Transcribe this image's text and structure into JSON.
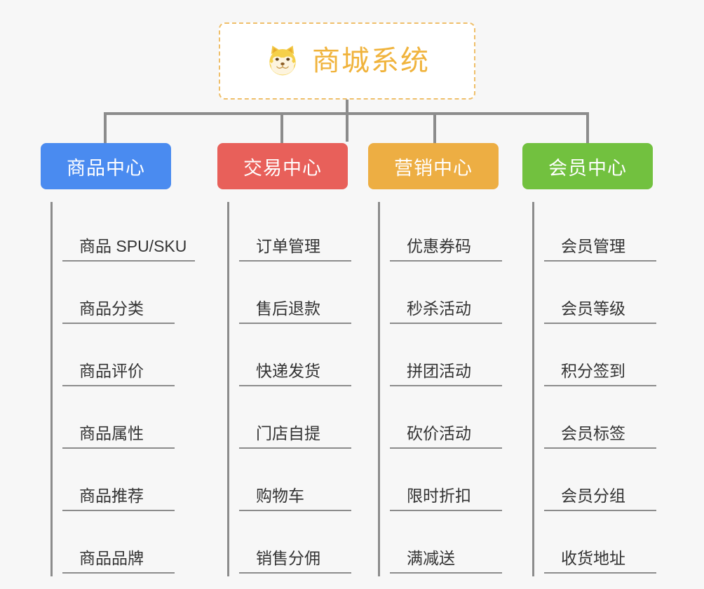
{
  "diagram": {
    "type": "mind-map",
    "background_color": "#f7f7f7",
    "root": {
      "title": "商城系统",
      "icon": "shiba-dog-face-icon",
      "text_color": "#f0b33c",
      "border_color": "#efbf6a"
    },
    "branches": [
      {
        "label": "商品中心",
        "color": "#4a8bf0",
        "items": [
          "商品 SPU/SKU",
          "商品分类",
          "商品评价",
          "商品属性",
          "商品推荐",
          "商品品牌"
        ]
      },
      {
        "label": "交易中心",
        "color": "#e8605a",
        "items": [
          "订单管理",
          "售后退款",
          "快递发货",
          "门店自提",
          "购物车",
          "销售分佣"
        ]
      },
      {
        "label": "营销中心",
        "color": "#edae43",
        "items": [
          "优惠券码",
          "秒杀活动",
          "拼团活动",
          "砍价活动",
          "限时折扣",
          "满减送"
        ]
      },
      {
        "label": "会员中心",
        "color": "#72c13f",
        "items": [
          "会员管理",
          "会员等级",
          "积分签到",
          "会员标签",
          "会员分组",
          "收货地址"
        ]
      }
    ]
  }
}
